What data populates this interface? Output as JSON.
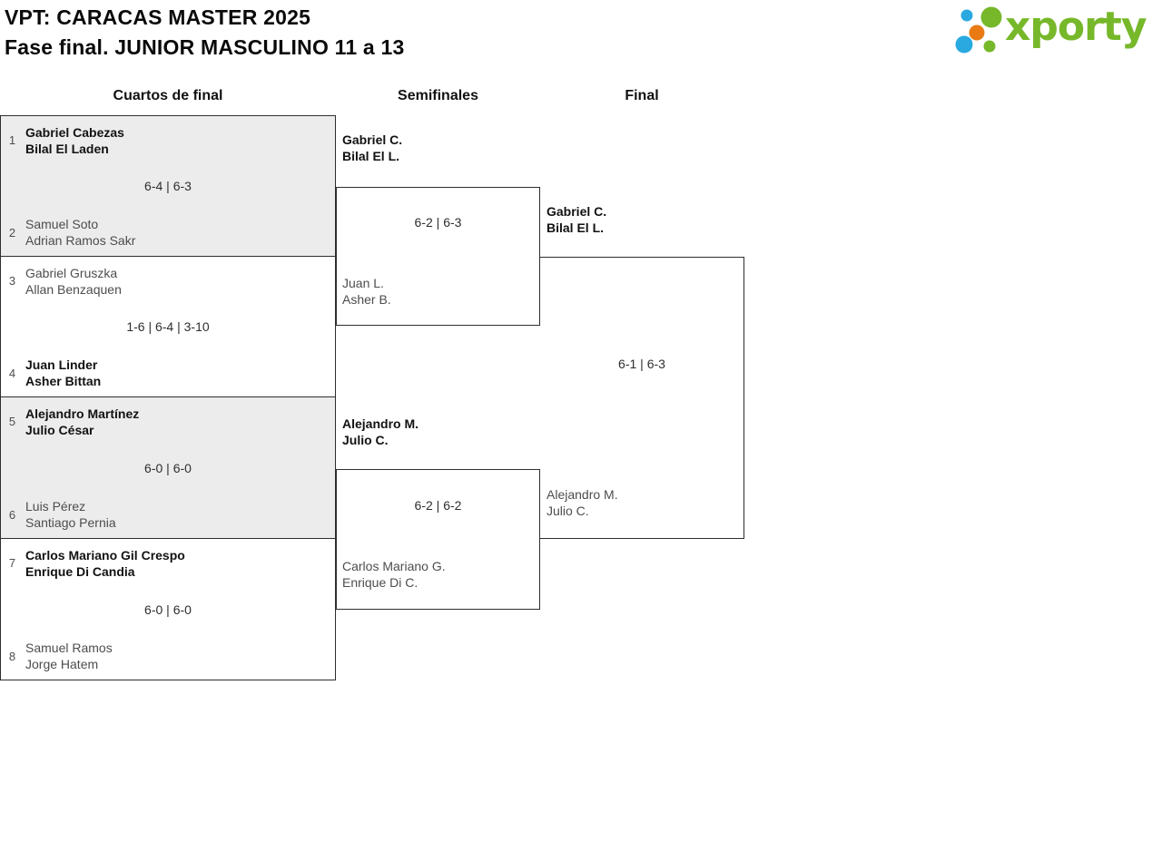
{
  "header": {
    "title_line1": "VPT: CARACAS MASTER 2025",
    "title_line2": "Fase final. JUNIOR MASCULINO 11 a 13"
  },
  "logo": {
    "brand": "xporty",
    "colors": {
      "green": "#76b82a",
      "blue": "#29a9e0",
      "orange": "#e87a11"
    }
  },
  "columns": [
    {
      "label": "Cuartos de final"
    },
    {
      "label": "Semifinales"
    },
    {
      "label": "Final"
    }
  ],
  "bracket": {
    "quarterfinals": {
      "matches": [
        {
          "seed_top": "1",
          "team_top": [
            "Gabriel Cabezas",
            "Bilal El Laden"
          ],
          "seed_bottom": "2",
          "team_bottom": [
            "Samuel Soto",
            "Adrian Ramos Sakr"
          ],
          "score": "6-4 | 6-3",
          "winner": "top"
        },
        {
          "seed_top": "3",
          "team_top": [
            "Gabriel Gruszka",
            "Allan Benzaquen"
          ],
          "seed_bottom": "4",
          "team_bottom": [
            "Juan Linder",
            "Asher Bittan"
          ],
          "score": "1-6 | 6-4 | 3-10",
          "winner": "bottom"
        },
        {
          "seed_top": "5",
          "team_top": [
            "Alejandro Martínez",
            "Julio César"
          ],
          "seed_bottom": "6",
          "team_bottom": [
            "Luis Pérez",
            "Santiago Pernia"
          ],
          "score": "6-0 | 6-0",
          "winner": "top"
        },
        {
          "seed_top": "7",
          "team_top": [
            "Carlos Mariano Gil Crespo",
            "Enrique Di Candia"
          ],
          "seed_bottom": "8",
          "team_bottom": [
            "Samuel Ramos",
            "Jorge Hatem"
          ],
          "score": "6-0 | 6-0",
          "winner": "top"
        }
      ]
    },
    "semifinals": {
      "matches": [
        {
          "team_top": [
            "Gabriel C.",
            "Bilal El L."
          ],
          "team_bottom": [
            "Juan L.",
            "Asher B."
          ],
          "score": "6-2 | 6-3",
          "winner": "top"
        },
        {
          "team_top": [
            "Alejandro M.",
            "Julio C."
          ],
          "team_bottom": [
            "Carlos Mariano G.",
            "Enrique Di C."
          ],
          "score": "6-2 | 6-2",
          "winner": "top"
        }
      ]
    },
    "final": {
      "matches": [
        {
          "team_top": [
            "Gabriel C.",
            "Bilal El L."
          ],
          "team_bottom": [
            "Alejandro M.",
            "Julio C."
          ],
          "score": "6-1 | 6-3",
          "winner": "top"
        }
      ]
    }
  }
}
